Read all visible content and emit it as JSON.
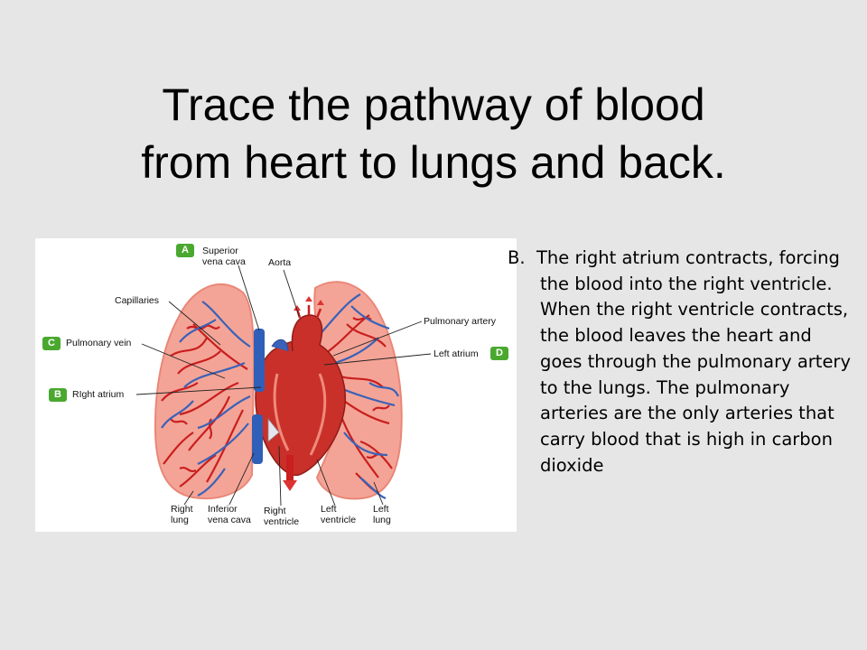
{
  "slide": {
    "title_line1": "Trace the pathway of blood",
    "title_line2": "from heart to lungs and back.",
    "body_marker": "B.",
    "body_text": "The right atrium contracts, forcing the blood into the right ventricle. When the right ventricle contracts, the blood leaves the heart and goes through the pulmonary artery to the lungs. The pulmonary arteries are the only arteries that carry blood that is high in carbon dioxide"
  },
  "diagram": {
    "badges": {
      "a": "A",
      "b": "B",
      "c": "C",
      "d": "D"
    },
    "labels": {
      "superior_vena_cava_1": "Superior",
      "superior_vena_cava_2": "vena cava",
      "aorta": "Aorta",
      "capillaries": "Capillaries",
      "pulmonary_artery": "Pulmonary artery",
      "pulmonary_vein": "Pulmonary vein",
      "left_atrium": "Left atrium",
      "right_atrium": "RIght atrium",
      "right_lung_1": "Right",
      "right_lung_2": "lung",
      "inferior_vena_cava_1": "Inferior",
      "inferior_vena_cava_2": "vena cava",
      "right_ventricle_1": "Right",
      "right_ventricle_2": "ventricle",
      "left_ventricle_1": "Left",
      "left_ventricle_2": "ventricle",
      "left_lung_1": "Left",
      "left_lung_2": "lung"
    },
    "colors": {
      "lung_fill": "#f4a496",
      "lung_edge": "#e98778",
      "artery_red": "#c91f1f",
      "vein_blue": "#3a62b8",
      "badge_green": "#4aa82f"
    }
  }
}
